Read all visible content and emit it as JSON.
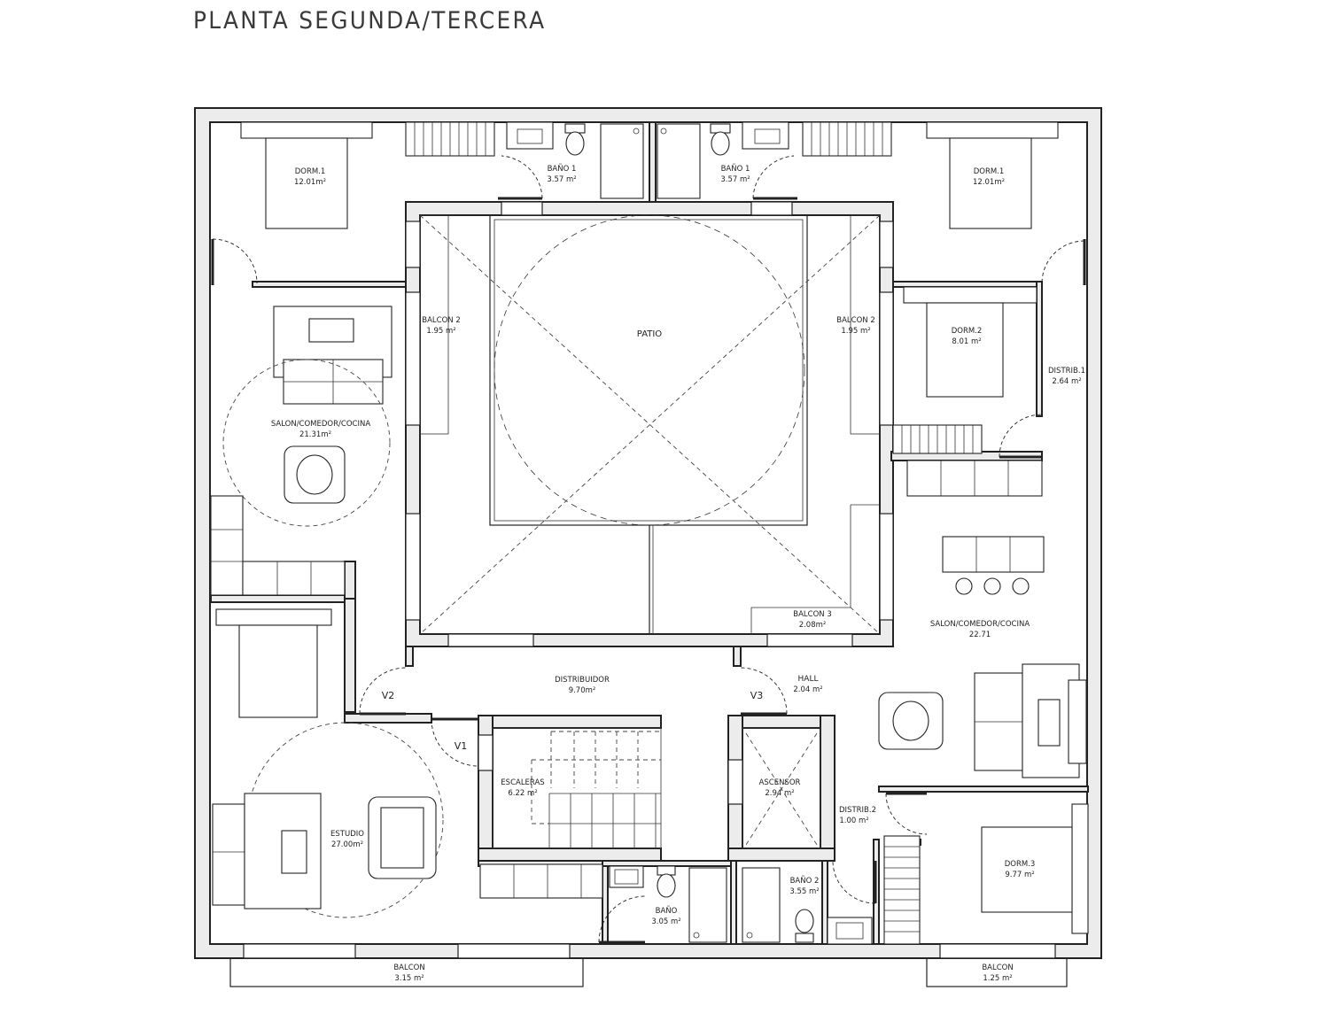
{
  "title": "PLANTA SEGUNDA/TERCERA",
  "rooms": {
    "dorm1_left": {
      "name": "DORM.1",
      "area": "12.01m²"
    },
    "bano1_left": {
      "name": "BAÑO 1",
      "area": "3.57 m²"
    },
    "bano1_right": {
      "name": "BAÑO 1",
      "area": "3.57 m²"
    },
    "dorm1_right": {
      "name": "DORM.1",
      "area": "12.01m²"
    },
    "balcon2_left": {
      "name": "BALCON 2",
      "area": "1.95 m²"
    },
    "patio": {
      "name": "PATIO"
    },
    "balcon2_right": {
      "name": "BALCON 2",
      "area": "1.95 m²"
    },
    "dorm2": {
      "name": "DORM.2",
      "area": "8.01 m²"
    },
    "distrib1": {
      "name": "DISTRIB.1",
      "area": "2.64 m²"
    },
    "salon_left": {
      "name": "SALON/COMEDOR/COCINA",
      "area": "21.31m²"
    },
    "balcon3": {
      "name": "BALCON 3",
      "area": "2.08m²"
    },
    "salon_right": {
      "name": "SALON/COMEDOR/COCINA",
      "area": "22.71"
    },
    "distribuidor": {
      "name": "DISTRIBUIDOR",
      "area": "9.70m²"
    },
    "hall": {
      "name": "HALL",
      "area": "2.04 m²"
    },
    "v1": {
      "name": "V1"
    },
    "v2": {
      "name": "V2"
    },
    "v3": {
      "name": "V3"
    },
    "escaleras": {
      "name": "ESCALERAS",
      "area": "6.22 m²"
    },
    "ascensor": {
      "name": "ASCENSOR",
      "area": "2.94 m²"
    },
    "distrib2": {
      "name": "DISTRIB.2",
      "area": "1.00 m²"
    },
    "estudio": {
      "name": "ESTUDIO",
      "area": "27.00m²"
    },
    "bano": {
      "name": "BAÑO",
      "area": "3.05 m²"
    },
    "bano2": {
      "name": "BAÑO 2",
      "area": "3.55 m²"
    },
    "dorm3": {
      "name": "DORM.3",
      "area": "9.77 m²"
    },
    "balcon_bottom_left": {
      "name": "BALCON",
      "area": "3.15 m²"
    },
    "balcon_bottom_right": {
      "name": "BALCON",
      "area": "1.25 m²"
    }
  }
}
